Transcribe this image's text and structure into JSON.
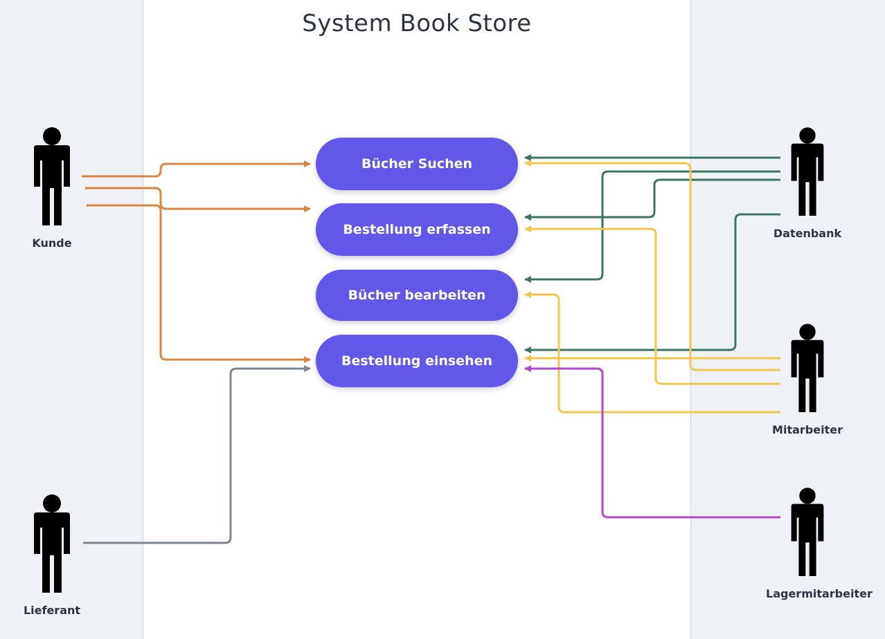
{
  "title": "System Book Store",
  "use_cases": [
    {
      "id": "search",
      "label": "Bücher Suchen"
    },
    {
      "id": "order",
      "label": "Bestellung erfassen"
    },
    {
      "id": "edit",
      "label": "Bücher bearbeiten"
    },
    {
      "id": "view",
      "label": "Bestellung einsehen"
    }
  ],
  "actors": [
    {
      "id": "kunde",
      "label": "Kunde"
    },
    {
      "id": "lieferant",
      "label": "Lieferant"
    },
    {
      "id": "datenbank",
      "label": "Datenbank"
    },
    {
      "id": "mitarbeiter",
      "label": "Mitarbeiter"
    },
    {
      "id": "lagermitarbeiter",
      "label": "Lagermitarbeiter"
    }
  ],
  "connections": [
    {
      "from": "kunde",
      "to": "search",
      "color": "#d9843f"
    },
    {
      "from": "kunde",
      "to": "order",
      "color": "#d9843f"
    },
    {
      "from": "kunde",
      "to": "view",
      "color": "#d9843f"
    },
    {
      "from": "lieferant",
      "to": "view",
      "color": "#7b8590"
    },
    {
      "from": "datenbank",
      "to": "search",
      "color": "#3c7460"
    },
    {
      "from": "datenbank",
      "to": "edit",
      "color": "#3c7460"
    },
    {
      "from": "datenbank",
      "to": "order",
      "color": "#3c7460"
    },
    {
      "from": "datenbank",
      "to": "view",
      "color": "#3c7460"
    },
    {
      "from": "mitarbeiter",
      "to": "search",
      "color": "#f0c74a"
    },
    {
      "from": "mitarbeiter",
      "to": "order",
      "color": "#f0c74a"
    },
    {
      "from": "mitarbeiter",
      "to": "edit",
      "color": "#f0c74a"
    },
    {
      "from": "mitarbeiter",
      "to": "view",
      "color": "#f0c74a"
    },
    {
      "from": "lagermitarbeiter",
      "to": "view",
      "color": "#b646c8"
    }
  ]
}
